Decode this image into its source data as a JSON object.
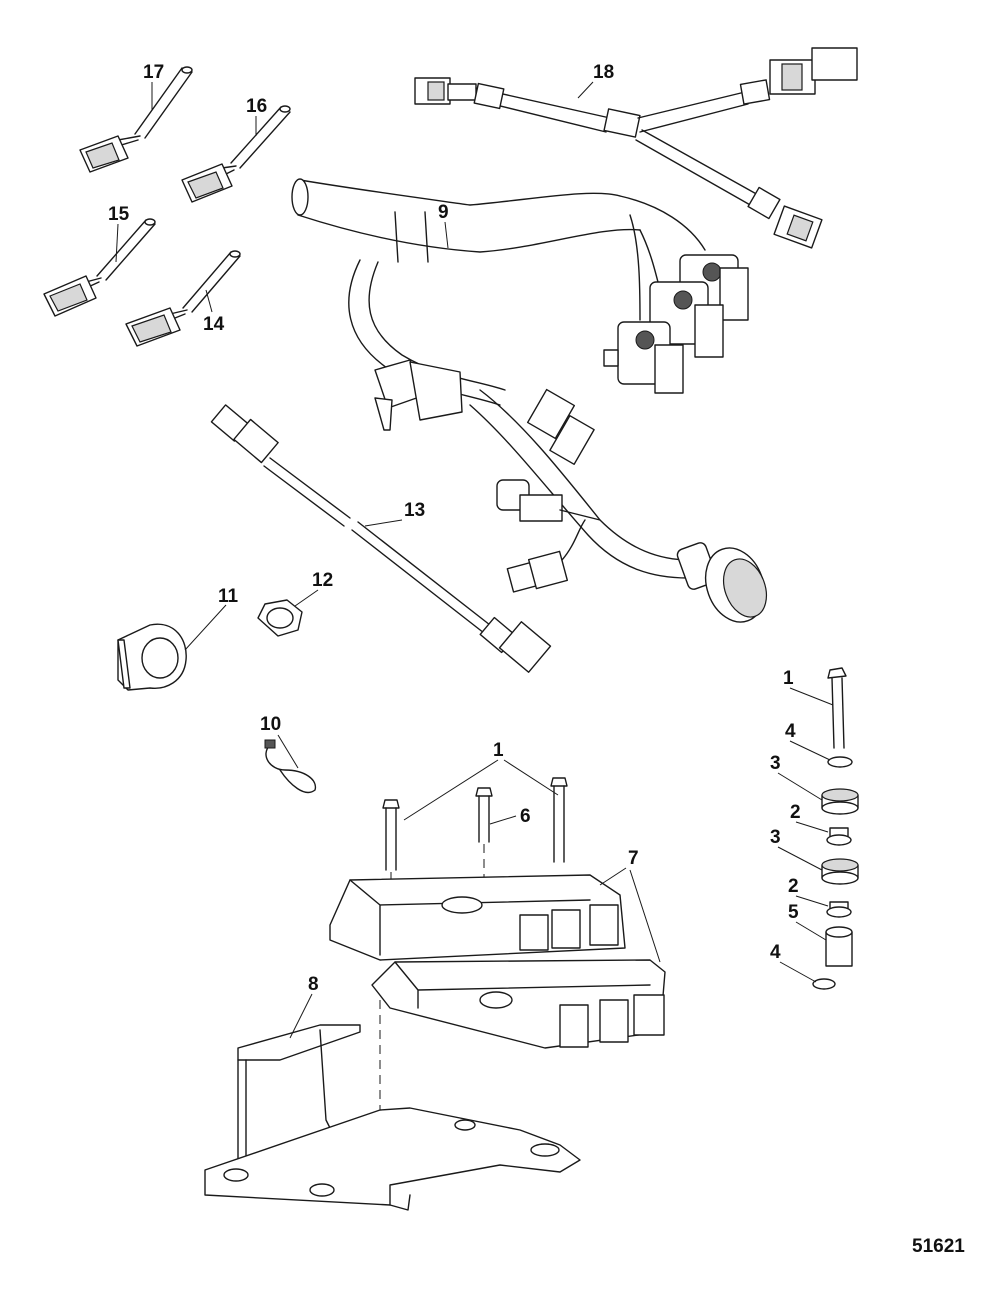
{
  "figure_number": "51621",
  "callouts": [
    {
      "id": "c17",
      "label": "17"
    },
    {
      "id": "c16",
      "label": "16"
    },
    {
      "id": "c15",
      "label": "15"
    },
    {
      "id": "c14",
      "label": "14"
    },
    {
      "id": "c18",
      "label": "18"
    },
    {
      "id": "c9",
      "label": "9"
    },
    {
      "id": "c13",
      "label": "13"
    },
    {
      "id": "c11",
      "label": "11"
    },
    {
      "id": "c12",
      "label": "12"
    },
    {
      "id": "c10",
      "label": "10"
    },
    {
      "id": "c1a",
      "label": "1"
    },
    {
      "id": "c6",
      "label": "6"
    },
    {
      "id": "c7",
      "label": "7"
    },
    {
      "id": "c8",
      "label": "8"
    },
    {
      "id": "c1b",
      "label": "1"
    },
    {
      "id": "c4a",
      "label": "4"
    },
    {
      "id": "c3a",
      "label": "3"
    },
    {
      "id": "c2a",
      "label": "2"
    },
    {
      "id": "c3b",
      "label": "3"
    },
    {
      "id": "c2b",
      "label": "2"
    },
    {
      "id": "c5",
      "label": "5"
    },
    {
      "id": "c4b",
      "label": "4"
    }
  ]
}
